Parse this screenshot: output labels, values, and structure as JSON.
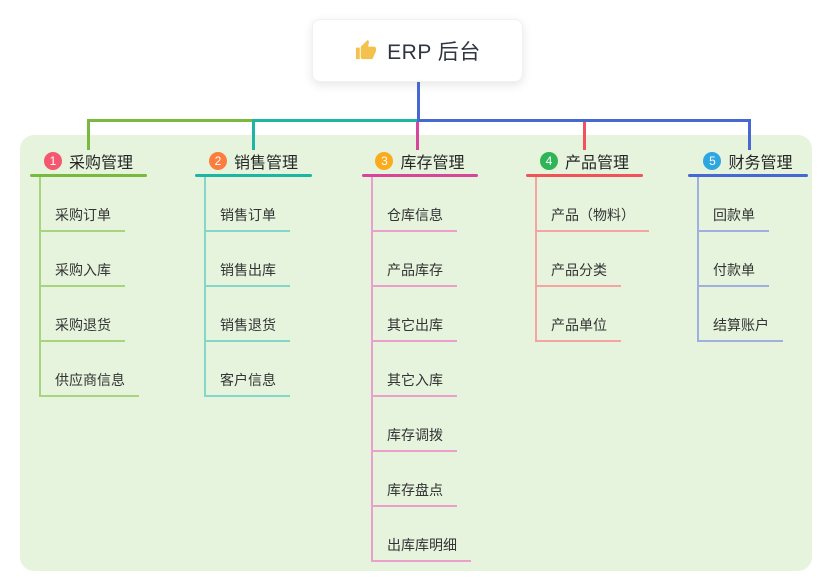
{
  "root": {
    "label": "ERP 后台",
    "icon": "thumbs-up-icon",
    "icon_color": "#f2c14e"
  },
  "colors": {
    "page_bg": "#ffffff",
    "panel_bg": "#e6f4de",
    "root_connector": "#4767d2",
    "text_dark": "#262626",
    "text_child": "#333333"
  },
  "branches": [
    {
      "num": "1",
      "label": "采购管理",
      "badge_color": "#f4586e",
      "line_color": "#79ba3e",
      "light_color": "#a9d47e",
      "children": [
        "采购订单",
        "采购入库",
        "采购退货",
        "供应商信息"
      ]
    },
    {
      "num": "2",
      "label": "销售管理",
      "badge_color": "#fb7e3e",
      "line_color": "#1db5a3",
      "light_color": "#84d6c8",
      "children": [
        "销售订单",
        "销售出库",
        "销售退货",
        "客户信息"
      ]
    },
    {
      "num": "3",
      "label": "库存管理",
      "badge_color": "#fbab1e",
      "line_color": "#d6479b",
      "light_color": "#eb9fcb",
      "children": [
        "仓库信息",
        "产品库存",
        "其它出库",
        "其它入库",
        "库存调拨",
        "库存盘点",
        "出库库明细"
      ]
    },
    {
      "num": "4",
      "label": "产品管理",
      "badge_color": "#2fb557",
      "line_color": "#f0545a",
      "light_color": "#f6a3a1",
      "children": [
        "产品（物料）",
        "产品分类",
        "产品单位"
      ]
    },
    {
      "num": "5",
      "label": "财务管理",
      "badge_color": "#2ea7e0",
      "line_color": "#4767d2",
      "light_color": "#9fb0e0",
      "children": [
        "回款单",
        "付款单",
        "结算账户"
      ]
    }
  ]
}
